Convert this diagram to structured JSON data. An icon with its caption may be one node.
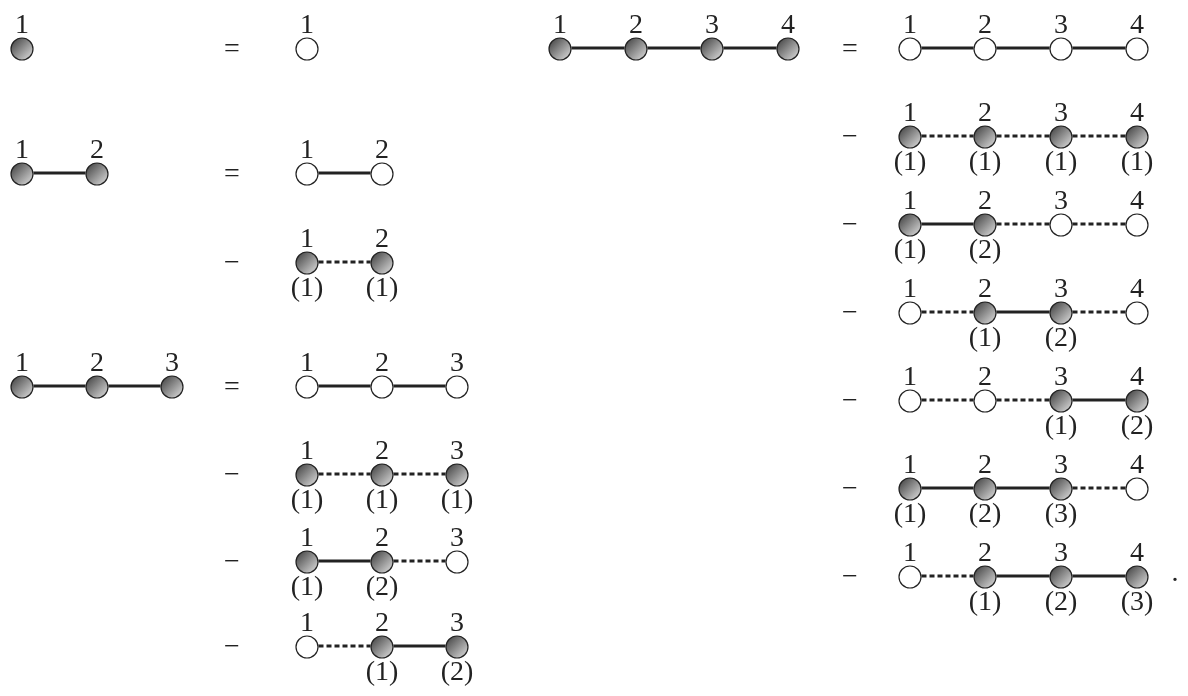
{
  "diagram": {
    "nodes": [
      {
        "text": [
          "1"
        ]
      },
      {
        "text": [
          "1"
        ]
      },
      {
        "text": [
          "1"
        ]
      },
      {
        "text": [
          "2"
        ]
      },
      {
        "text": [
          "1"
        ]
      },
      {
        "text": [
          "2"
        ]
      },
      {
        "text": [
          "1"
        ],
        "beside": [
          "(1)"
        ]
      },
      {
        "text": [
          "2"
        ],
        "beside": [
          "(1)"
        ]
      },
      {
        "text": [
          "1"
        ]
      },
      {
        "text": [
          "2"
        ]
      },
      {
        "text": [
          "3"
        ]
      },
      {
        "text": [
          "1"
        ]
      },
      {
        "text": [
          "2"
        ]
      },
      {
        "text": [
          "3"
        ]
      },
      {
        "text": [
          "1"
        ],
        "beside": [
          "(1)"
        ]
      },
      {
        "text": [
          "2"
        ],
        "beside": [
          "(1)"
        ]
      },
      {
        "text": [
          "3"
        ],
        "beside": [
          "(1)"
        ]
      },
      {
        "text": [
          "1"
        ],
        "beside": [
          "(1)"
        ]
      },
      {
        "text": [
          "2"
        ],
        "beside": [
          "(2)"
        ]
      },
      {
        "text": [
          "3"
        ]
      },
      {
        "text": [
          "1"
        ]
      },
      {
        "text": [
          "2"
        ],
        "beside": [
          "(1)"
        ]
      },
      {
        "text": [
          "3"
        ],
        "beside": [
          "(2)"
        ]
      },
      {
        "text": [
          "1"
        ]
      },
      {
        "text": [
          "2"
        ]
      },
      {
        "text": [
          "3"
        ]
      },
      {
        "text": [
          "4"
        ]
      },
      {
        "text": [
          "1"
        ]
      },
      {
        "text": [
          "2"
        ]
      },
      {
        "text": [
          "3"
        ]
      },
      {
        "text": [
          "4"
        ]
      },
      {
        "text": [
          "1"
        ],
        "beside": [
          "(1)"
        ]
      },
      {
        "text": [
          "2"
        ],
        "beside": [
          "(1)"
        ]
      },
      {
        "text": [
          "3"
        ],
        "beside": [
          "(1)"
        ]
      },
      {
        "text": [
          "4"
        ],
        "beside": [
          "(1)"
        ]
      },
      {
        "text": [
          "1"
        ],
        "beside": [
          "(1)"
        ]
      },
      {
        "text": [
          "2"
        ],
        "beside": [
          "(2)"
        ]
      },
      {
        "text": [
          "3"
        ]
      },
      {
        "text": [
          "4"
        ]
      },
      {
        "text": [
          "1"
        ]
      },
      {
        "text": [
          "2"
        ],
        "beside": [
          "(1)"
        ]
      },
      {
        "text": [
          "3"
        ],
        "beside": [
          "(2)"
        ]
      },
      {
        "text": [
          "4"
        ]
      },
      {
        "text": [
          "1"
        ]
      },
      {
        "text": [
          "2"
        ]
      },
      {
        "text": [
          "3"
        ],
        "beside": [
          "(1)"
        ]
      },
      {
        "text": [
          "4"
        ],
        "beside": [
          "(2)"
        ]
      },
      {
        "text": [
          "1"
        ],
        "beside": [
          "(1)"
        ]
      },
      {
        "text": [
          "2"
        ],
        "beside": [
          "(2)"
        ]
      },
      {
        "text": [
          "3"
        ],
        "beside": [
          "(3)"
        ]
      },
      {
        "text": [
          "4"
        ]
      },
      {
        "text": [
          "1"
        ]
      },
      {
        "text": [
          "2"
        ],
        "beside": [
          "(1)"
        ]
      },
      {
        "text": [
          "3"
        ],
        "beside": [
          "(2)"
        ]
      },
      {
        "text": [
          "4"
        ],
        "beside": [
          "(3)"
        ]
      }
    ],
    "edges": [
      {
        "from": 2,
        "to": 3,
        "arrow": "none"
      },
      {
        "from": 4,
        "to": 5,
        "arrow": "none"
      },
      {
        "from": 6,
        "to": 7,
        "arrow": "none",
        "style": "dashed"
      },
      {
        "from": 8,
        "to": 9,
        "arrow": "none"
      },
      {
        "from": 9,
        "to": 10,
        "arrow": "none"
      },
      {
        "from": 11,
        "to": 12,
        "arrow": "none"
      },
      {
        "from": 12,
        "to": 13,
        "arrow": "none"
      },
      {
        "from": 14,
        "to": 15,
        "arrow": "none",
        "style": "dashed"
      },
      {
        "from": 15,
        "to": 16,
        "arrow": "none",
        "style": "dashed"
      },
      {
        "from": 17,
        "to": 18,
        "arrow": "none"
      },
      {
        "from": 18,
        "to": 19,
        "arrow": "none",
        "style": "dashed"
      },
      {
        "from": 20,
        "to": 21,
        "arrow": "none",
        "style": "dashed"
      },
      {
        "from": 21,
        "to": 22,
        "arrow": "none"
      },
      {
        "from": 23,
        "to": 24,
        "arrow": "none"
      },
      {
        "from": 24,
        "to": 25,
        "arrow": "none"
      },
      {
        "from": 25,
        "to": 26,
        "arrow": "none"
      },
      {
        "from": 27,
        "to": 28,
        "arrow": "none"
      },
      {
        "from": 28,
        "to": 29,
        "arrow": "none"
      },
      {
        "from": 29,
        "to": 30,
        "arrow": "none"
      },
      {
        "from": 31,
        "to": 32,
        "arrow": "none",
        "style": "dashed"
      },
      {
        "from": 32,
        "to": 33,
        "arrow": "none",
        "style": "dashed"
      },
      {
        "from": 33,
        "to": 34,
        "arrow": "none",
        "style": "dashed"
      },
      {
        "from": 35,
        "to": 36,
        "arrow": "none"
      },
      {
        "from": 36,
        "to": 37,
        "arrow": "none",
        "style": "dashed"
      },
      {
        "from": 37,
        "to": 38,
        "arrow": "none",
        "style": "dashed"
      },
      {
        "from": 39,
        "to": 40,
        "arrow": "none",
        "style": "dashed"
      },
      {
        "from": 40,
        "to": 41,
        "arrow": "none"
      },
      {
        "from": 41,
        "to": 42,
        "arrow": "none",
        "style": "dashed"
      },
      {
        "from": 43,
        "to": 44,
        "arrow": "none",
        "style": "dashed"
      },
      {
        "from": 44,
        "to": 45,
        "arrow": "none",
        "style": "dashed"
      },
      {
        "from": 45,
        "to": 46,
        "arrow": "none"
      },
      {
        "from": 47,
        "to": 48,
        "arrow": "none"
      },
      {
        "from": 48,
        "to": 49,
        "arrow": "none"
      },
      {
        "from": 49,
        "to": 50,
        "arrow": "none",
        "style": "dashed"
      },
      {
        "from": 51,
        "to": 52,
        "arrow": "none",
        "style": "dashed"
      },
      {
        "from": 52,
        "to": 53,
        "arrow": "none"
      },
      {
        "from": 53,
        "to": 54,
        "arrow": "none"
      }
    ],
    "labels": [
      "=",
      "=",
      "−",
      "=",
      "−",
      "−",
      "−",
      "=",
      "−",
      "−",
      "−",
      "−",
      "−",
      "−",
      "."
    ]
  }
}
